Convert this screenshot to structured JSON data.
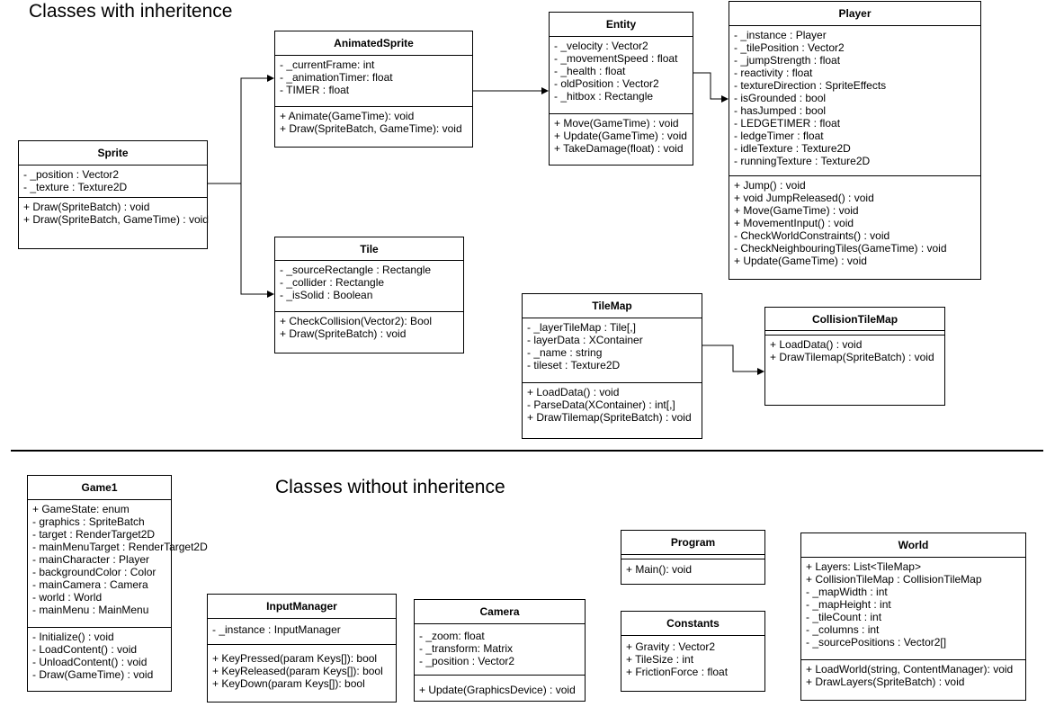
{
  "headings": {
    "with_inheritance": "Classes with inheritence",
    "without_inheritance": "Classes without inheritence"
  },
  "classes": {
    "sprite": {
      "name": "Sprite",
      "attributes": [
        "- _position : Vector2",
        "- _texture : Texture2D"
      ],
      "methods": [
        "+ Draw(SpriteBatch) : void",
        "+ Draw(SpriteBatch, GameTime) : void"
      ]
    },
    "animated_sprite": {
      "name": "AnimatedSprite",
      "attributes": [
        "- _currentFrame: int",
        "- _animationTimer: float",
        "- TIMER : float"
      ],
      "methods": [
        "+ Animate(GameTime): void",
        "+ Draw(SpriteBatch, GameTime): void"
      ]
    },
    "tile": {
      "name": "Tile",
      "attributes": [
        "- _sourceRectangle : Rectangle",
        "- _collider : Rectangle",
        "- _isSolid : Boolean"
      ],
      "methods": [
        "+ CheckCollision(Vector2): Bool",
        "+ Draw(SpriteBatch) : void"
      ]
    },
    "entity": {
      "name": "Entity",
      "attributes": [
        "- _velocity : Vector2",
        "- _movementSpeed : float",
        "- _health : float",
        "- oldPosition : Vector2",
        "- _hitbox : Rectangle"
      ],
      "methods": [
        "+ Move(GameTime) : void",
        "+ Update(GameTime) : void",
        "+ TakeDamage(float) : void"
      ]
    },
    "player": {
      "name": "Player",
      "attributes": [
        "- _instance : Player",
        "- _tilePosition : Vector2",
        "- _jumpStrength : float",
        "- reactivity : float",
        "- textureDirection : SpriteEffects",
        "- isGrounded : bool",
        "- hasJumped : bool",
        "- LEDGETIMER : float",
        "- ledgeTimer : float",
        "- idleTexture : Texture2D",
        "- runningTexture : Texture2D"
      ],
      "methods": [
        "+ Jump() : void",
        "+ void JumpReleased() : void",
        "+ Move(GameTime) : void",
        "+ MovementInput() : void",
        "- CheckWorldConstraints() : void",
        "- CheckNeighbouringTiles(GameTime) : void",
        "+ Update(GameTime) : void"
      ]
    },
    "tilemap": {
      "name": "TileMap",
      "attributes": [
        "- _layerTileMap : Tile[,]",
        "- layerData : XContainer",
        "- _name : string",
        "- tileset : Texture2D"
      ],
      "methods": [
        "+ LoadData() : void",
        "- ParseData(XContainer) : int[,]",
        "+ DrawTilemap(SpriteBatch) : void"
      ]
    },
    "collision_tilemap": {
      "name": "CollisionTileMap",
      "attributes": [],
      "methods": [
        "+ LoadData() : void",
        "+ DrawTilemap(SpriteBatch) : void"
      ]
    },
    "game1": {
      "name": "Game1",
      "attributes": [
        "+ GameState: enum",
        "- graphics : SpriteBatch",
        "- target : RenderTarget2D",
        "- mainMenuTarget : RenderTarget2D",
        "- mainCharacter : Player",
        "- backgroundColor : Color",
        "- mainCamera : Camera",
        "- world : World",
        "- mainMenu : MainMenu"
      ],
      "methods": [
        "- Initialize() : void",
        "- LoadContent() : void",
        "- UnloadContent() : void",
        "- Draw(GameTime) : void"
      ]
    },
    "input_manager": {
      "name": "InputManager",
      "attributes": [
        "- _instance : InputManager"
      ],
      "methods": [
        "+ KeyPressed(param Keys[]): bool",
        "+ KeyReleased(param Keys[]): bool",
        "+ KeyDown(param Keys[]): bool"
      ]
    },
    "camera": {
      "name": "Camera",
      "attributes": [
        "- _zoom: float",
        "- _transform: Matrix",
        "- _position : Vector2"
      ],
      "methods": [
        "+ Update(GraphicsDevice) : void"
      ]
    },
    "program": {
      "name": "Program",
      "attributes": [],
      "methods": [
        "+ Main(): void"
      ]
    },
    "constants": {
      "name": "Constants",
      "attributes": [
        "+ Gravity : Vector2",
        "+ TileSize : int",
        "+ FrictionForce : float"
      ],
      "methods": []
    },
    "world": {
      "name": "World",
      "attributes": [
        "+ Layers: List<TileMap>",
        "+ CollisionTileMap : CollisionTileMap",
        "- _mapWidth : int",
        "- _mapHeight : int",
        "- _tileCount : int",
        "- _columns : int",
        "- _sourcePositions : Vector2[]"
      ],
      "methods": [
        "+ LoadWorld(string, ContentManager): void",
        "+ DrawLayers(SpriteBatch) : void"
      ]
    }
  },
  "colors": {
    "line": "#000000",
    "background": "#ffffff"
  }
}
